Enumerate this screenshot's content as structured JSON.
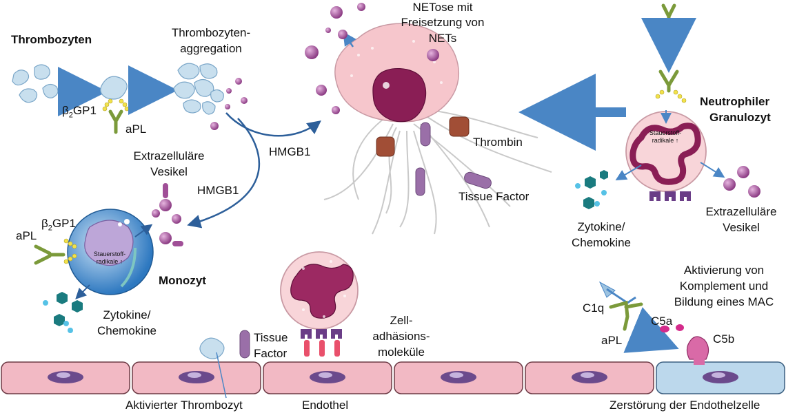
{
  "labels": {
    "thrombozyten": "Thrombozyten",
    "aggregation_1": "Thrombozyten-",
    "aggregation_2": "aggregation",
    "beta2gp1_left": "β",
    "beta2gp1_left_sub": "2",
    "beta2gp1_left_rest": "GP1",
    "apl_top": "aPL",
    "netose_1": "NETose mit",
    "netose_2": "Freisetzung von",
    "netose_3": "NETs",
    "hmgb1_a": "HMGB1",
    "hmgb1_b": "HMGB1",
    "thrombin": "Thrombin",
    "tissue_factor_net": "Tissue Factor",
    "neutro_1": "Neutrophiler",
    "neutro_2": "Granulozyt",
    "neutro_ros_1": "Stauerstoff-",
    "neutro_ros_2": "radikale ↑",
    "ev_left_1": "Extrazelluläre",
    "ev_left_2": "Vesikel",
    "apl_mono": "aPL",
    "beta2gp1_mono": "β",
    "beta2gp1_mono_sub": "2",
    "beta2gp1_mono_rest": "GP1",
    "mono_ros_1": "Stauerstoff-",
    "mono_ros_2": "radikale ↑",
    "monozyt": "Monozyt",
    "zyto_left_1": "Zytokine/",
    "zyto_left_2": "Chemokine",
    "zyto_right_1": "Zytokine/",
    "zyto_right_2": "Chemokine",
    "ev_right_1": "Extrazelluläre",
    "ev_right_2": "Vesikel",
    "tissue_factor_endo_1": "Tissue",
    "tissue_factor_endo_2": "Factor",
    "zell_1": "Zell-",
    "zell_2": "adhäsions-",
    "zell_3": "moleküle",
    "kompl_1": "Aktivierung von",
    "kompl_2": "Komplement und",
    "kompl_3": "Bildung eines MAC",
    "c1q": "C1q",
    "c5a": "C5a",
    "apl_kompl": "aPL",
    "c5b": "C5b",
    "aktiv_thromb": "Aktivierter Thrombozyt",
    "endothel": "Endothel",
    "zerstoerung": "Zerstörung der Endothelzelle"
  },
  "colors": {
    "arrow_blue": "#4a86c5",
    "platelet": "#c8dfee",
    "vesicle": "#a04f97",
    "net_body": "#f6c6cc",
    "nucleus": "#8a1e55",
    "endothel": "#f2b9c4",
    "endothel_damaged": "#bcd8ec",
    "monocyte": "#2d78c0",
    "tissue_factor": "#9a6fa8",
    "thrombin": "#a14e36",
    "cytokine": "#1a7b7f"
  }
}
